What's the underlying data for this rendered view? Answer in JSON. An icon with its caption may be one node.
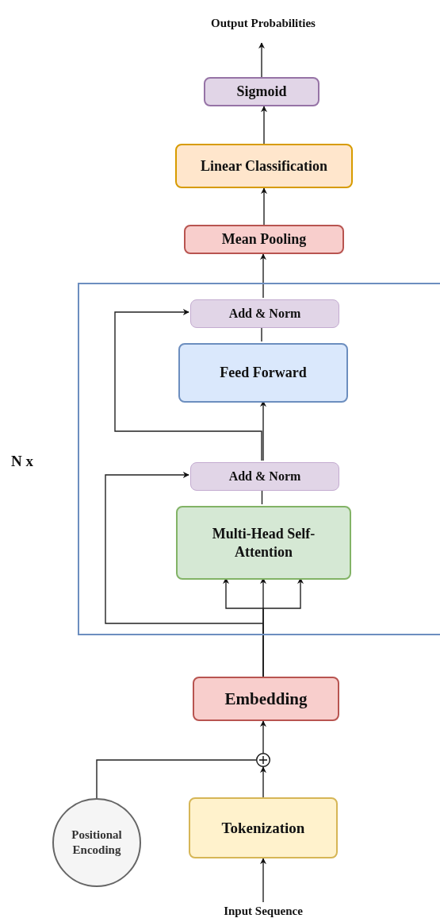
{
  "diagram": {
    "nodes": [
      {
        "text": [
          "Output Probabilities"
        ]
      },
      {
        "text": [
          "Sigmoid"
        ]
      },
      {
        "text": [
          "Linear Classification"
        ]
      },
      {
        "text": [
          "Mean Pooling"
        ]
      },
      {
        "text": [
          "N x"
        ]
      },
      {
        "text": [
          "Add & Norm"
        ],
        "in": 4
      },
      {
        "text": [
          "Feed Forward"
        ],
        "in": 4
      },
      {
        "text": [
          "Add & Norm"
        ],
        "in": 4
      },
      {
        "text": [
          "Multi-Head Self-Attention"
        ],
        "in": 4
      },
      {
        "text": [
          "Embedding"
        ]
      },
      {
        "text": [],
        "shape": "circle"
      },
      {
        "text": [
          "Positional Encoding"
        ]
      },
      {
        "text": [
          "Tokenization"
        ]
      },
      {
        "text": [
          "Input Sequence"
        ]
      }
    ],
    "edges": [
      {
        "from": 1,
        "to": 0,
        "arrow": "to"
      },
      {
        "from": 2,
        "to": 1,
        "arrow": "to"
      },
      {
        "from": 3,
        "to": 2,
        "arrow": "to"
      },
      {
        "from": 5,
        "to": 3,
        "arrow": "to"
      },
      {
        "from": 6,
        "to": 5,
        "arrow": "none"
      },
      {
        "from": 7,
        "to": 6,
        "arrow": "to"
      },
      {
        "from": 7,
        "to": 5,
        "arrow": "to"
      },
      {
        "from": 8,
        "to": 7,
        "arrow": "none"
      },
      {
        "from": 9,
        "to": 8,
        "arrow": "to"
      },
      {
        "from": 9,
        "to": 8,
        "arrow": "to"
      },
      {
        "from": 9,
        "to": 8,
        "arrow": "to"
      },
      {
        "from": 9,
        "to": 7,
        "arrow": "to"
      },
      {
        "from": 10,
        "to": 9,
        "arrow": "to"
      },
      {
        "from": 12,
        "to": 10,
        "arrow": "to"
      },
      {
        "from": 11,
        "to": 10,
        "arrow": "none"
      },
      {
        "from": 13,
        "to": 12,
        "arrow": "to"
      }
    ]
  }
}
